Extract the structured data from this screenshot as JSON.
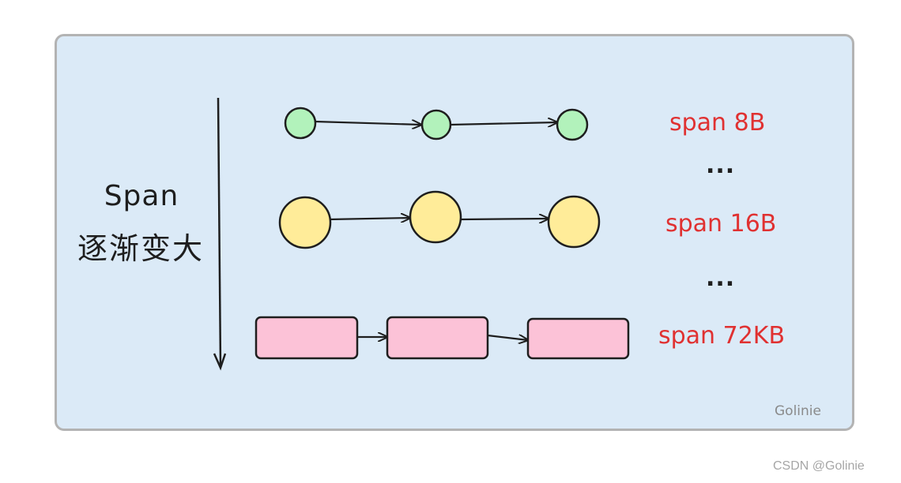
{
  "side": {
    "title": "Span",
    "subtitle": "逐渐变大"
  },
  "rows": [
    {
      "label": "span 8B",
      "shape": "small-circle",
      "color": "#b2f2bb"
    },
    {
      "label": "span 16B",
      "shape": "large-circle",
      "color": "#ffec99"
    },
    {
      "label": "span 72KB",
      "shape": "rectangle",
      "color": "#fcc2d7"
    }
  ],
  "ellipsis": "...",
  "colors": {
    "panel_bg": "#dbeaf7",
    "panel_border": "#b3b3b3",
    "label_red": "#e03131",
    "stroke": "#1e1e1e"
  },
  "watermarks": {
    "inner": "Golinie",
    "outer": "CSDN @Golinie"
  }
}
